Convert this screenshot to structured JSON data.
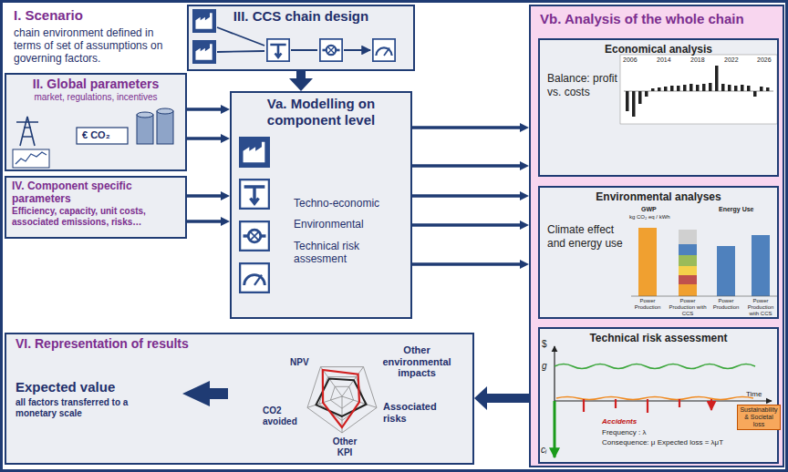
{
  "diagram": {
    "nodes": [
      {
        "text": [
          "III. CCS chain design"
        ]
      },
      {
        "text": [
          "II. Global parameters",
          "market, regulations, incentives"
        ]
      },
      {
        "text": [
          "IV. Component specific parameters",
          "Efficiency, capacity, unit costs, associated emissions, risks…"
        ]
      },
      {
        "text": [
          "Va. Modelling on component level",
          "Techno-economic",
          "Environmental",
          "Technical risk assesment"
        ]
      },
      {
        "text": [
          "Vb. Analysis of the whole chain"
        ]
      },
      {
        "text": [
          "Economical analysis",
          "Balance: profit vs. costs"
        ],
        "in": 4
      },
      {
        "text": [
          "Environmental analyses",
          "Climate effect and energy use"
        ],
        "in": 4
      },
      {
        "text": [
          "Technical risk assessment"
        ],
        "in": 4
      },
      {
        "text": [
          "VI. Representation of results",
          "Expected value",
          "all factors transferred to a monetary scale"
        ]
      }
    ],
    "edges": [
      {
        "from": 0,
        "to": 3,
        "arrow": "to"
      },
      {
        "from": 1,
        "to": 3,
        "arrow": "to"
      },
      {
        "from": 1,
        "to": 3,
        "arrow": "to"
      },
      {
        "from": 2,
        "to": 3,
        "arrow": "to"
      },
      {
        "from": 2,
        "to": 3,
        "arrow": "to"
      },
      {
        "from": 3,
        "to": 4,
        "arrow": "to"
      },
      {
        "from": 3,
        "to": 4,
        "arrow": "to"
      },
      {
        "from": 3,
        "to": 4,
        "arrow": "to"
      },
      {
        "from": 3,
        "to": 4,
        "arrow": "to"
      },
      {
        "from": 3,
        "to": 4,
        "arrow": "to"
      },
      {
        "from": 4,
        "to": 8,
        "arrow": "to"
      }
    ],
    "labels": [
      "I. Scenario",
      "chain environment defined in terms of set of assumptions on governing factors.",
      "€ CO₂",
      "2006",
      "2014",
      "2018",
      "2022",
      "2026",
      "GWP",
      "kg CO₂ eq / kWh",
      "Energy Use",
      "Power Production",
      "Power Production with CCS",
      "Power Production",
      "Power Production with CCS",
      "$",
      "g",
      "Time",
      "cᵢ",
      "Accidents",
      "Frequency : λ",
      "Consequence: μ Expected loss = λμT",
      "Sustainability & Societal loss",
      "NPV",
      "Other environmental impacts",
      "Associated risks",
      "Other KPI",
      "CO2 avoided"
    ]
  }
}
